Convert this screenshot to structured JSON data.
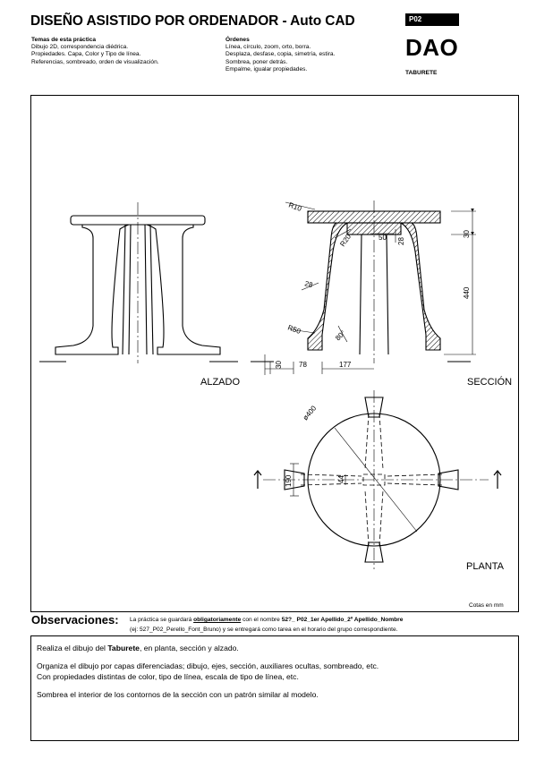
{
  "header": {
    "title": "DISEÑO ASISTIDO POR ORDENADOR - Auto CAD",
    "topics_heading": "Temas de esta práctica",
    "topics": [
      "Dibujo 2D, correspondencia diédrica.",
      "Propiedades. Capa, Color y Tipo de línea.",
      "Referencias, sombreado, orden de visualización."
    ],
    "orders_heading": "Órdenes",
    "orders": [
      "Línea, círculo, zoom, orto, borra.",
      "Desplaza, desfase, copia, simetría, estira.",
      "Sombrea, poner detrás.",
      "Empalme, igualar propiedades."
    ],
    "code": "P02",
    "subject": "DAO",
    "piece": "TABURETE"
  },
  "drawing": {
    "view_alzado": "ALZADO",
    "view_seccion": "SECCIÓN",
    "view_planta": "PLANTA",
    "units_note": "Cotas en mm",
    "dims": {
      "r10": "R10",
      "r20": "R20",
      "r50": "R50",
      "t28a": "28",
      "t28b": "28",
      "d50": "50",
      "d30": "30",
      "d440": "440",
      "d30b": "30",
      "d78": "78",
      "d177": "177",
      "ang80": "80°",
      "phi400": "ø400",
      "d190": "190",
      "d44": "44"
    }
  },
  "observations": {
    "heading": "Observaciones:",
    "line1_a": "La práctica se guardará ",
    "line1_b": "obligatoriamente",
    "line1_c": " con el nombre  ",
    "line1_d": "52?_ P02_1er Apellido_2º Apellido_Nombre",
    "line2": "(ej: 527_P02_Perello_Font_Bruno) y se entregará como tarea en el horario del grupo correspondiente.",
    "p1_a": "Realiza el dibujo del ",
    "p1_b": "Taburete",
    "p1_c": ", en planta, sección y alzado.",
    "p2": "Organiza el dibujo por capas diferenciadas; dibujo, ejes, sección, auxiliares ocultas, sombreado, etc.",
    "p3": "Con propiedades distintas de  color, tipo de línea, escala de tipo de línea, etc.",
    "p4": "Sombrea el interior de los contornos de la sección con un patrón similar al modelo."
  }
}
